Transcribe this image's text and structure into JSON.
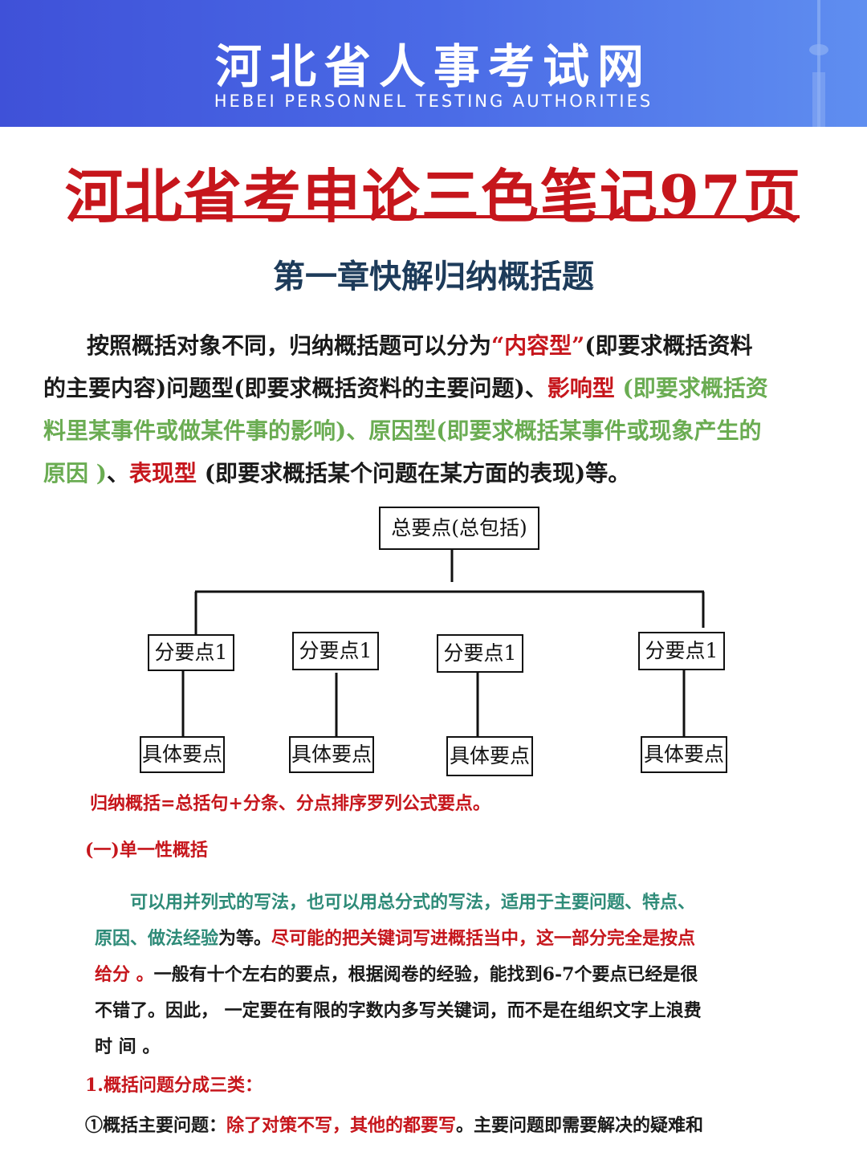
{
  "banner": {
    "title": "河北省人事考试网",
    "subtitle": "HEBEI PERSONNEL TESTING AUTHORITIES"
  },
  "main_title": "河北省考申论三色笔记97页",
  "chapter_title": "第一章快解归纳概括题",
  "intro": {
    "l1_a": "按照概括对象不同，归纳概括题可以分为",
    "l1_b": "“内容型”",
    "l1_c": "(即要求概括资料",
    "l2_a": "的主要内容)问题型(即要求概括资料的主要问题)、",
    "l2_b": "影响型",
    "l2_c": " (即要求概括资",
    "l3": "料里某事件或做某件事的影响)、原因型(即要求概括某事件或现象产生的",
    "l4_a": "原因 )",
    "l4_b": "、",
    "l4_c": "表现型",
    "l4_d": " (即要求概括某个问题在某方面的表现)等。"
  },
  "diagram": {
    "root": "总要点(总包括)",
    "branches": [
      "分要点1",
      "分要点1",
      "分要点1",
      "分要点1"
    ],
    "leaves": [
      "具体要点",
      "具体要点",
      "具体要点",
      "具体要点"
    ]
  },
  "formula": "归纳概括=总括句+分条、分点排序罗列公式要点。",
  "section1_title": "(一)单一性概括",
  "para2": {
    "l1": "可以用并列式的写法，也可以用总分式的写法，适用于主要问题、特点、",
    "l2_a": "原因、做法经验",
    "l2_b": "为等。",
    "l2_c": "尽可能的把关键词写进概括当中，这一部分完全是按点",
    "l3_a": "给分 。",
    "l3_b": "一般有十个左右的要点，根据阅卷的经验，能找到6-7个要点已经是很",
    "l4": " 不错了。因此， 一定要在有限的字数内多写关键词，而不是在组织文字上浪费",
    "l5": "时 间 。"
  },
  "subsection1_title": "1.概括问题分成三类：",
  "item1": {
    "a": "①概括主要问题：",
    "b": "除了对策不写，其他的都要写",
    "c": "。主要问题即需要解决的疑难和"
  },
  "colors": {
    "banner": "#4a6ae6",
    "accent_red": "#c6161c",
    "accent_green": "#6aac52",
    "accent_teal": "#2e8b78",
    "chapter_navy": "#1d3b5a"
  }
}
